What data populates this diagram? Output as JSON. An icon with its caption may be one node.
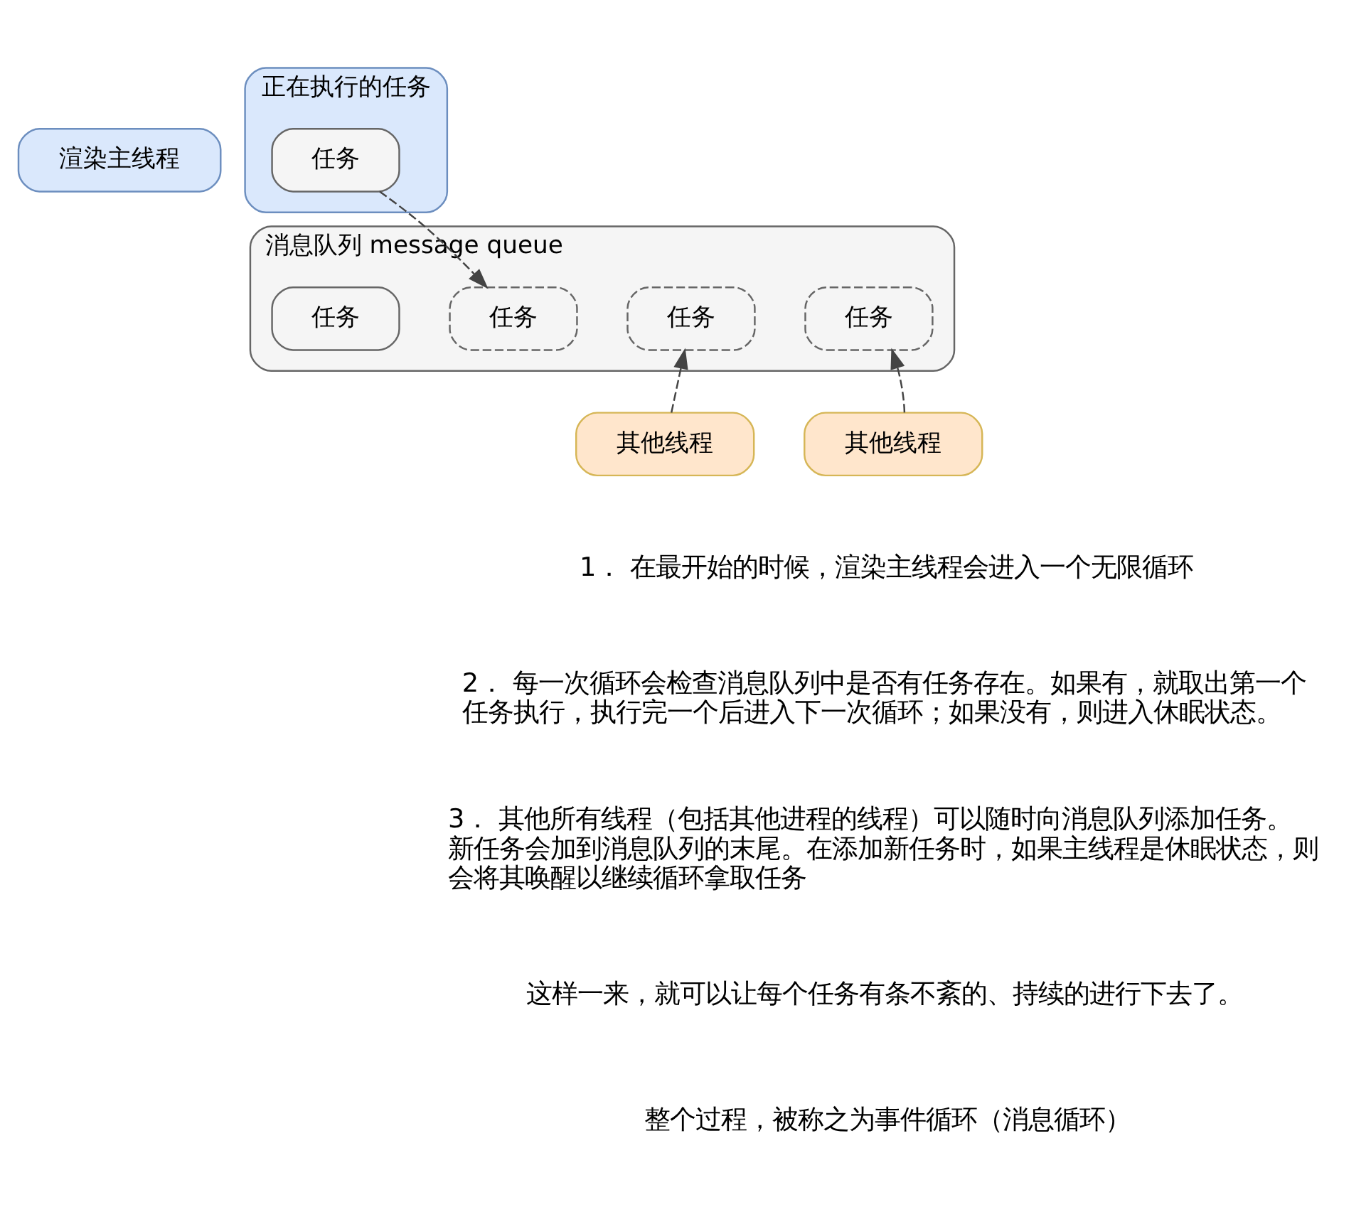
{
  "diagram": {
    "nodes": [
      {
        "text": [
          "渲染主线程"
        ]
      },
      {
        "text": [
          "正在执行的任务"
        ]
      },
      {
        "text": [
          "任务"
        ],
        "in": 1
      },
      {
        "text": [
          "消息队列 message queue"
        ]
      },
      {
        "text": [
          "任务"
        ],
        "in": 3
      },
      {
        "text": [
          "任务"
        ],
        "in": 3
      },
      {
        "text": [
          "任务"
        ],
        "in": 3
      },
      {
        "text": [
          "任务"
        ],
        "in": 3
      },
      {
        "text": [
          "其他线程"
        ]
      },
      {
        "text": [
          "其他线程"
        ]
      }
    ],
    "edges": [
      {
        "from": 2,
        "to": 5,
        "arrow": "to",
        "style": "dashed"
      },
      {
        "from": 8,
        "to": 6,
        "arrow": "to",
        "style": "dashed"
      },
      {
        "from": 9,
        "to": 7,
        "arrow": "to",
        "style": "dashed"
      }
    ],
    "labels": [
      "1． 在最开始的时候，渲染主线程会进入一个无限循环",
      "2． 每一次循环会检查消息队列中是否有任务存在。如果有，就取出第一个任务执行，执行完一个后进入下一次循环；如果没有，则进入休眠状态。",
      "3． 其他所有线程（包括其他进程的线程）可以随时向消息队列添加任务。新任务会加到消息队列的末尾。在添加新任务时，如果主线程是休眠状态，则会将其唤醒以继续循环拿取任务",
      "这样一来，就可以让每个任务有条不紊的、持续的进行下去了。",
      "整个过程，被称之为事件循环（消息循环）"
    ]
  }
}
